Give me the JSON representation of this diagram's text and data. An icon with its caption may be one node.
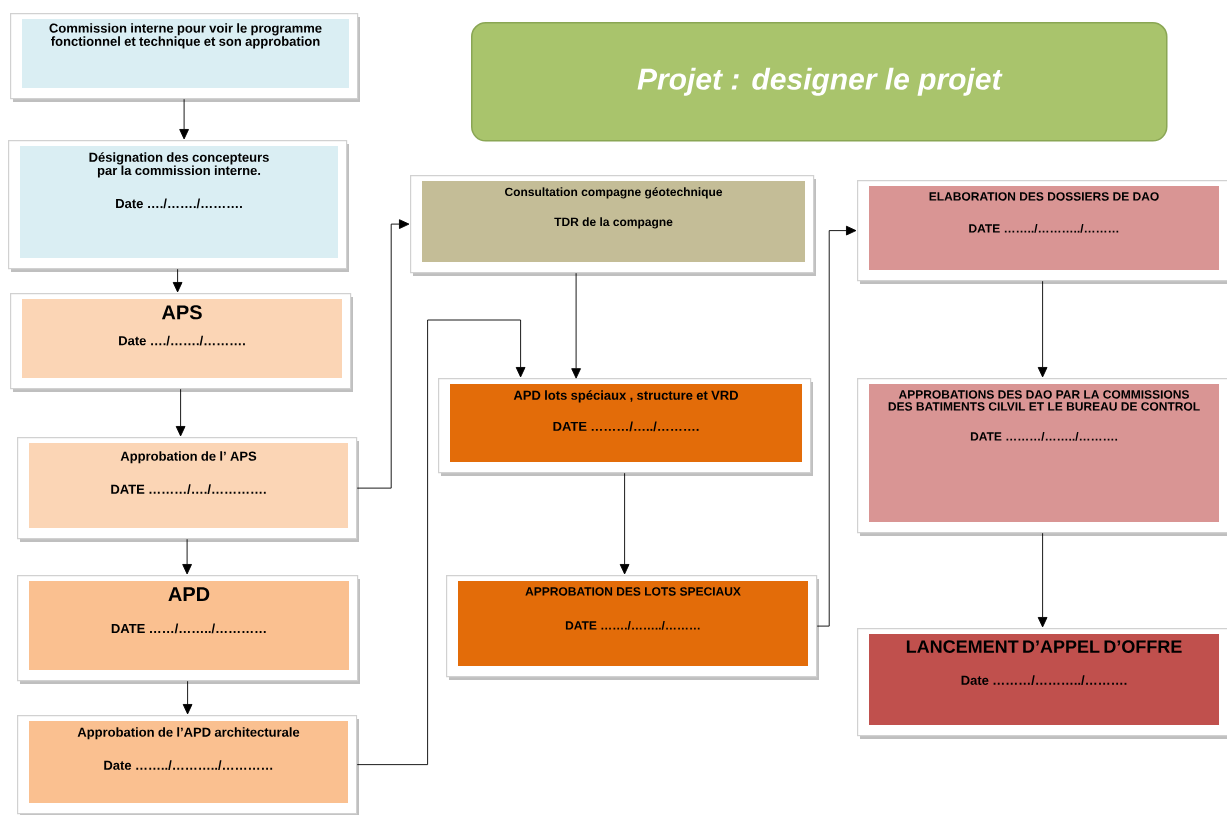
{
  "diagram": {
    "title": "Projet : designer le projet",
    "nodes": [
      {
        "text": [
          "Commission interne pour voir le programme fonctionnel et technique et son approbation"
        ]
      },
      {
        "text": [
          "Désignation des concepteurs par la commission interne.",
          "Date …./……./………."
        ]
      },
      {
        "text": [
          "APS",
          "Date …./……./………."
        ]
      },
      {
        "text": [
          "Approbation de l’ APS",
          "DATE ………/…./…………."
        ]
      },
      {
        "text": [
          "APD",
          "DATE ……/……../…………"
        ]
      },
      {
        "text": [
          "Approbation de l’APD architecturale",
          "Date ……../………../…………"
        ]
      },
      {
        "text": [
          "Consultation compagne géotechnique",
          "TDR de la compagne"
        ]
      },
      {
        "text": [
          "APD  lots spéciaux , structure et VRD",
          "DATE ………/…../………."
        ]
      },
      {
        "text": [
          "APPROBATION DES LOTS SPECIAUX",
          "DATE ……./……../………"
        ]
      },
      {
        "text": [
          "ELABORATION DES DOSSIERS DE DAO",
          "DATE ……../………../………"
        ]
      },
      {
        "text": [
          "APPROBATIONS DES DAO PAR LA COMMISSIONS DES BATIMENTS CILVIL ET LE BUREAU DE CONTROL",
          "DATE ………/……../………."
        ]
      },
      {
        "text": [
          "LANCEMENT D’APPEL D’OFFRE",
          "Date  ………/………../………."
        ]
      }
    ],
    "edges": [
      {
        "from": 0,
        "to": 1,
        "arrow": "to"
      },
      {
        "from": 1,
        "to": 2,
        "arrow": "to"
      },
      {
        "from": 2,
        "to": 3,
        "arrow": "to"
      },
      {
        "from": 3,
        "to": 4,
        "arrow": "to"
      },
      {
        "from": 4,
        "to": 5,
        "arrow": "to"
      },
      {
        "from": 3,
        "to": 6,
        "arrow": "to"
      },
      {
        "from": 5,
        "to": 7,
        "arrow": "to"
      },
      {
        "from": 6,
        "to": 7,
        "arrow": "to"
      },
      {
        "from": 7,
        "to": 8,
        "arrow": "to"
      },
      {
        "from": 8,
        "to": 9,
        "arrow": "to"
      },
      {
        "from": 9,
        "to": 10,
        "arrow": "to"
      },
      {
        "from": 10,
        "to": 11,
        "arrow": "to"
      }
    ]
  }
}
